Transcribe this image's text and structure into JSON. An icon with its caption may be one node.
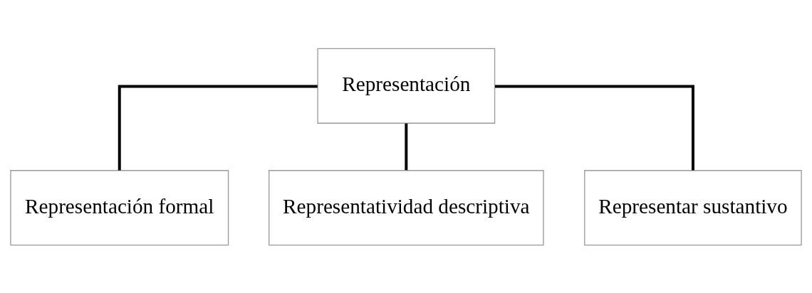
{
  "diagram": {
    "nodes": [
      {
        "text": [
          "Representación"
        ]
      },
      {
        "text": [
          "Representación formal"
        ]
      },
      {
        "text": [
          "Representatividad descriptiva"
        ]
      },
      {
        "text": [
          "Representar sustantivo"
        ]
      }
    ],
    "edges": [
      {
        "from": 0,
        "to": 1,
        "arrow": "none"
      },
      {
        "from": 0,
        "to": 2,
        "arrow": "none"
      },
      {
        "from": 0,
        "to": 3,
        "arrow": "none"
      }
    ]
  }
}
